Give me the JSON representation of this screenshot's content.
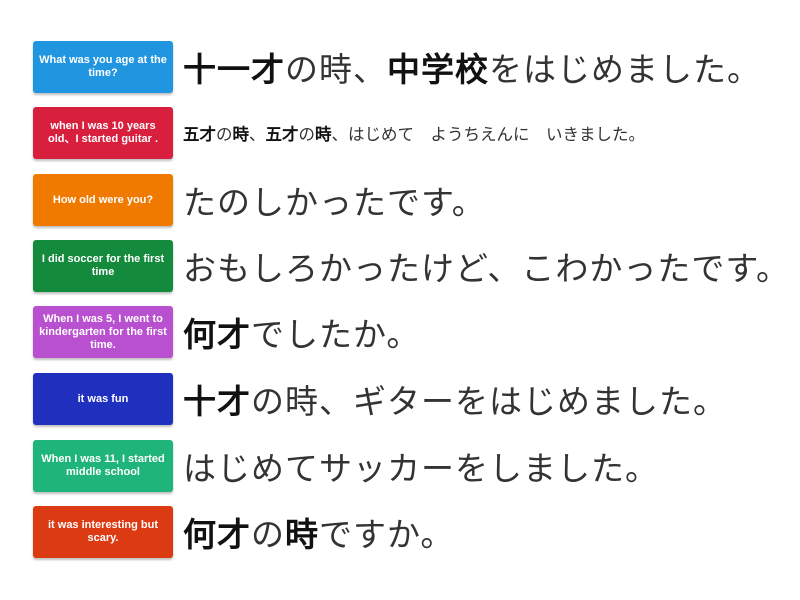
{
  "colors": [
    "#2196e0",
    "#d91f3e",
    "#f07a00",
    "#138a3c",
    "#b850cf",
    "#1f30bf",
    "#1fb57a",
    "#dc3a12"
  ],
  "rows": [
    {
      "card": "What was you age at the time?",
      "segments": [
        {
          "t": "十一才",
          "b": true
        },
        {
          "t": "の時、",
          "b": false
        },
        {
          "t": "中学校",
          "b": true
        },
        {
          "t": "をはじめました。",
          "b": false
        }
      ]
    },
    {
      "card": "when I was 10 years old、I started guitar .",
      "small": true,
      "segments": [
        {
          "t": "五才",
          "b": true
        },
        {
          "t": "の",
          "b": false
        },
        {
          "t": "時",
          "b": true
        },
        {
          "t": "、",
          "b": false
        },
        {
          "t": "五才",
          "b": true
        },
        {
          "t": "の",
          "b": false
        },
        {
          "t": "時",
          "b": true
        },
        {
          "t": "、はじめて　ようちえんに　いきました。",
          "b": false
        }
      ]
    },
    {
      "card": "How old were you?",
      "segments": [
        {
          "t": "たのしかったです。",
          "b": false
        }
      ]
    },
    {
      "card": "I did soccer for the first time",
      "segments": [
        {
          "t": "おもしろかったけど、こわかったです。",
          "b": false
        }
      ]
    },
    {
      "card": "When I was 5, I went to kindergarten for the first time.",
      "segments": [
        {
          "t": "何才",
          "b": true
        },
        {
          "t": "でしたか。",
          "b": false
        }
      ]
    },
    {
      "card": "it was fun",
      "segments": [
        {
          "t": "十才",
          "b": true
        },
        {
          "t": "の時、ギターをはじめました。",
          "b": false
        }
      ]
    },
    {
      "card": "When I was 11, I started middle school",
      "segments": [
        {
          "t": "はじめてサッカーをしました。",
          "b": false
        }
      ]
    },
    {
      "card": "it was interesting but scary.",
      "segments": [
        {
          "t": "何才",
          "b": true
        },
        {
          "t": "の",
          "b": false
        },
        {
          "t": "時",
          "b": true
        },
        {
          "t": "ですか。",
          "b": false
        }
      ]
    }
  ]
}
